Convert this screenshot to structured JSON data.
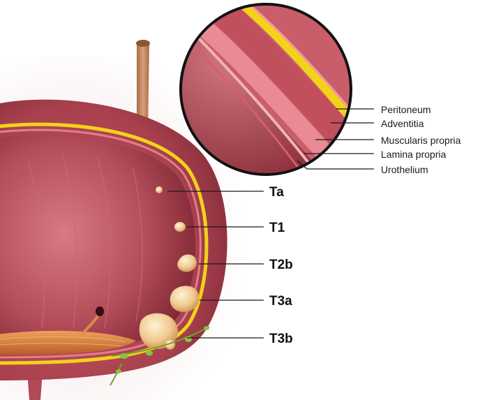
{
  "colors": {
    "muscle_dark": "#8a2f3a",
    "muscle_mid": "#b24c59",
    "muscle_light": "#d88088",
    "serosa_yellow": "#f3d21a",
    "adventitia": "#e8b24a",
    "lumen_dark": "#6a1e28",
    "tumor": "#f2d09a",
    "tumor_shadow": "#c9975a",
    "lymph": "#8cc23e",
    "ureter": "#c58a5c",
    "label": "#111111"
  },
  "layer_labels": [
    {
      "id": "peritoneum",
      "text": "Peritoneum"
    },
    {
      "id": "adventitia",
      "text": "Adventitia"
    },
    {
      "id": "muscularis",
      "text": "Muscularis propria"
    },
    {
      "id": "lamina",
      "text": "Lamina propria"
    },
    {
      "id": "urothelium",
      "text": "Urothelium"
    }
  ],
  "stage_labels": [
    {
      "id": "ta",
      "text": "Ta"
    },
    {
      "id": "t1",
      "text": "T1"
    },
    {
      "id": "t2b",
      "text": "T2b"
    },
    {
      "id": "t3a",
      "text": "T3a"
    },
    {
      "id": "t3b",
      "text": "T3b"
    }
  ]
}
